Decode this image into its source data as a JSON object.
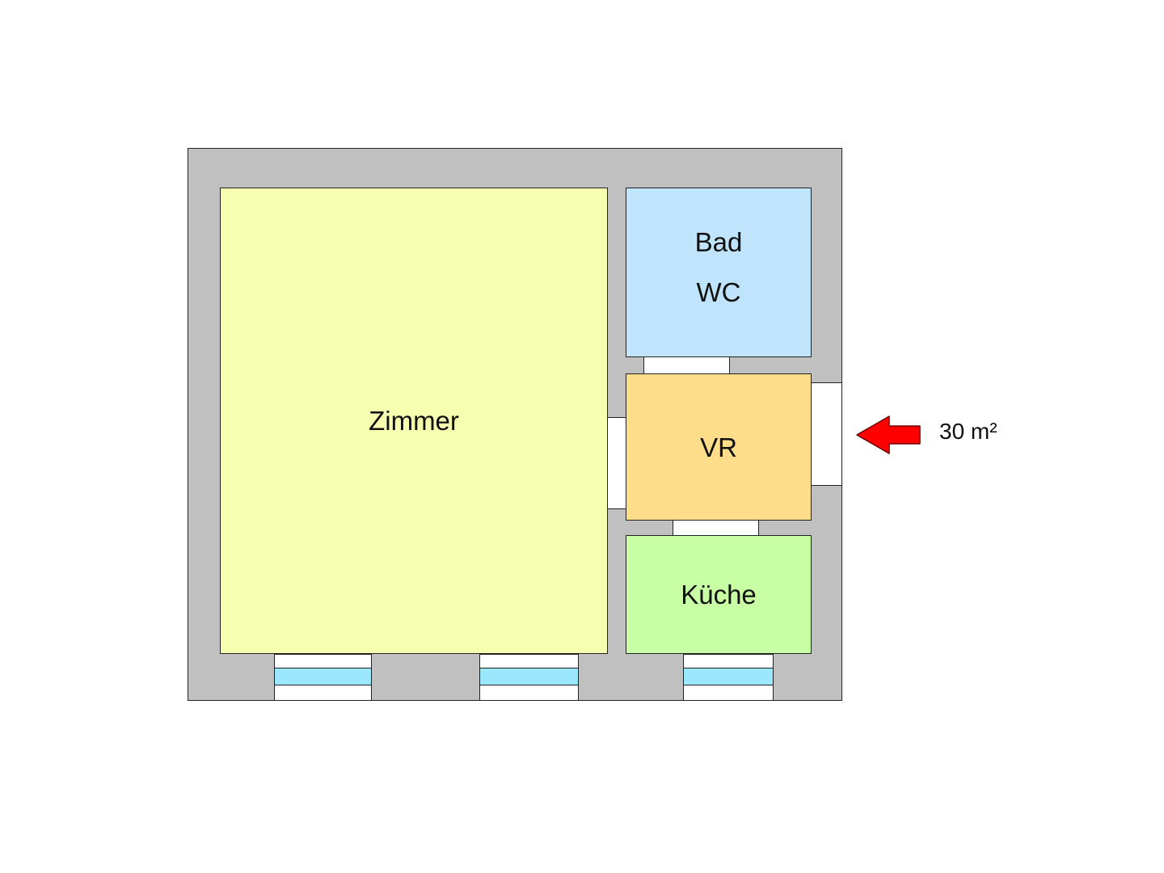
{
  "rooms": {
    "zimmer": {
      "label": "Zimmer"
    },
    "bad": {
      "label_line1": "Bad",
      "label_line2": "WC"
    },
    "vr": {
      "label": "VR"
    },
    "kueche": {
      "label": "Küche"
    }
  },
  "area": {
    "label": "30 m²"
  },
  "colors": {
    "wall": "#c0c0c0",
    "zimmer": "#f6feb0",
    "bad": "#c1e4fd",
    "vr": "#fddc8a",
    "kueche": "#c8fea4",
    "window_glass": "#9be7fd",
    "arrow": "#ff0000"
  },
  "icons": {
    "entrance": "left-arrow-icon",
    "windows": "window-icon"
  }
}
